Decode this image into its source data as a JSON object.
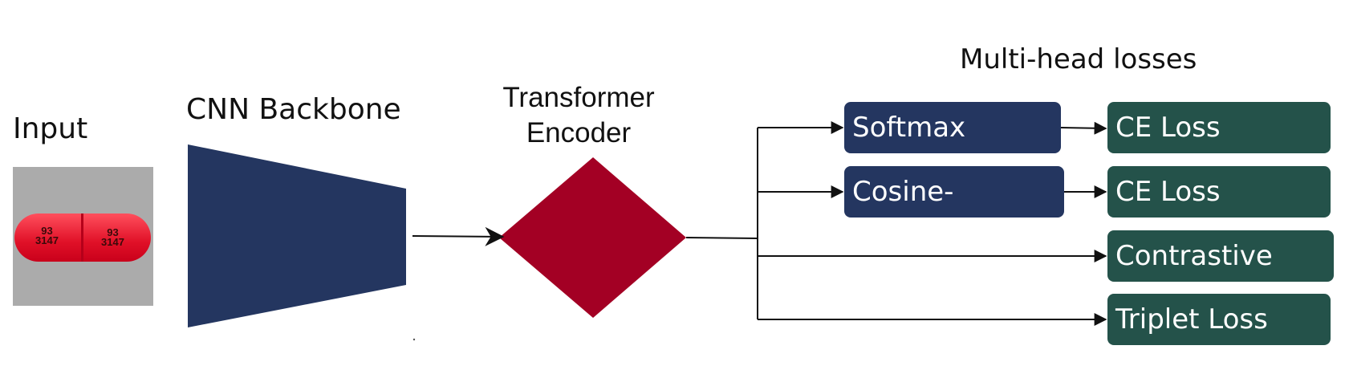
{
  "titles": {
    "input": "Input",
    "cnn": "CNN Backbone",
    "transformer_line1": "Transformer",
    "transformer_line2": "Encoder",
    "losses": "Multi-head losses"
  },
  "pill_imprint": {
    "left_top": "93",
    "left_bottom": "3147",
    "right_top": "93",
    "right_bottom": "3147"
  },
  "heads": {
    "softmax": "Softmax",
    "cosine_softmax": "Cosine-Softmax"
  },
  "losses": {
    "ce_loss_1": "CE Loss",
    "ce_loss_2": "CE Loss",
    "contrastive": "Contrastive Loss",
    "triplet": "Triplet Loss"
  },
  "colors": {
    "cnn_backbone": "#243660",
    "transformer_encoder": "#a30024",
    "head_box": "#243660",
    "loss_box": "#24524a"
  }
}
